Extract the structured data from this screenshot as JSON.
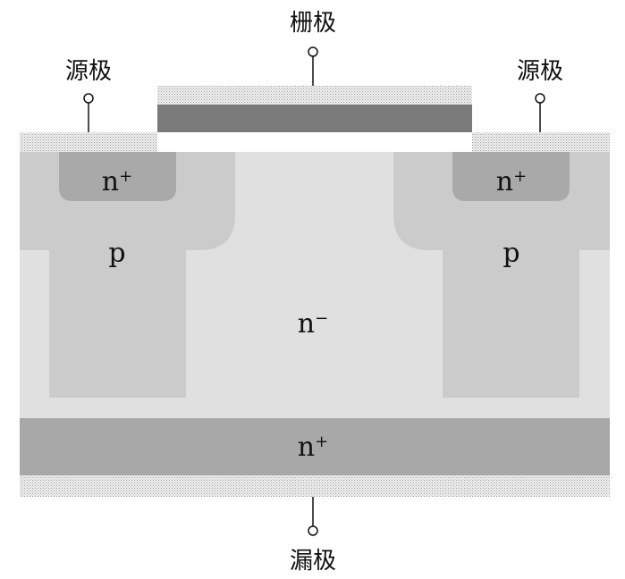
{
  "terminals": {
    "gate_label": "栅极",
    "source_left_label": "源极",
    "source_right_label": "源极",
    "drain_label": "漏极"
  },
  "regions": {
    "n_plus_left": {
      "base": "n",
      "sup": "+"
    },
    "n_plus_right": {
      "base": "n",
      "sup": "+"
    },
    "p_left": {
      "base": "p"
    },
    "p_right": {
      "base": "p"
    },
    "drift": {
      "base": "n",
      "sup": "−"
    },
    "substrate": {
      "base": "n",
      "sup": "+"
    }
  },
  "colors": {
    "metal_fill": "#e6e6e6",
    "gate_electrode": "#7a7a7a",
    "drift_region": "#e0e0e0",
    "p_region": "#cbcbcb",
    "n_plus_source": "#a9a9a9",
    "n_plus_substrate": "#a8a8a8",
    "oxide": "#ffffff"
  }
}
